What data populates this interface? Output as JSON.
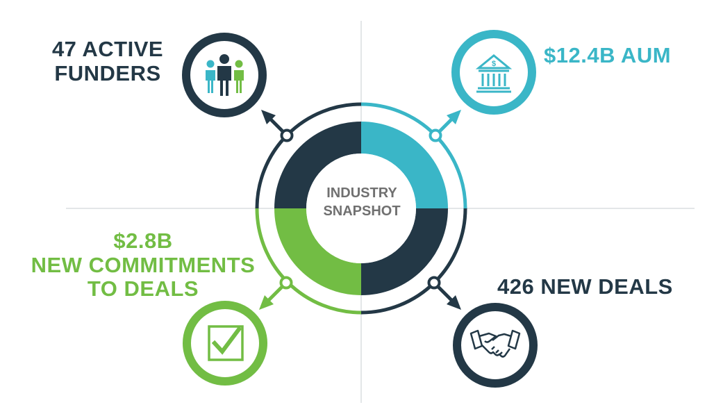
{
  "center": {
    "line1": "INDUSTRY",
    "line2": "SNAPSHOT"
  },
  "stats": {
    "funders": {
      "line1": "47 ACTIVE",
      "line2": "FUNDERS",
      "icon": "people-icon",
      "color": "#233846"
    },
    "aum": {
      "text": "$12.4B AUM",
      "icon": "bank-icon",
      "color": "#3ab6c7"
    },
    "commitments": {
      "line1": "$2.8B",
      "line2": "NEW COMMITMENTS",
      "line3": "TO DEALS",
      "icon": "checkbox-icon",
      "color": "#72bd44"
    },
    "deals": {
      "text": "426 NEW DEALS",
      "icon": "handshake-icon",
      "color": "#233846"
    }
  },
  "colors": {
    "navy": "#233846",
    "teal": "#3ab6c7",
    "green": "#72bd44",
    "gray": "#707070",
    "divider": "#e3e6e8"
  }
}
